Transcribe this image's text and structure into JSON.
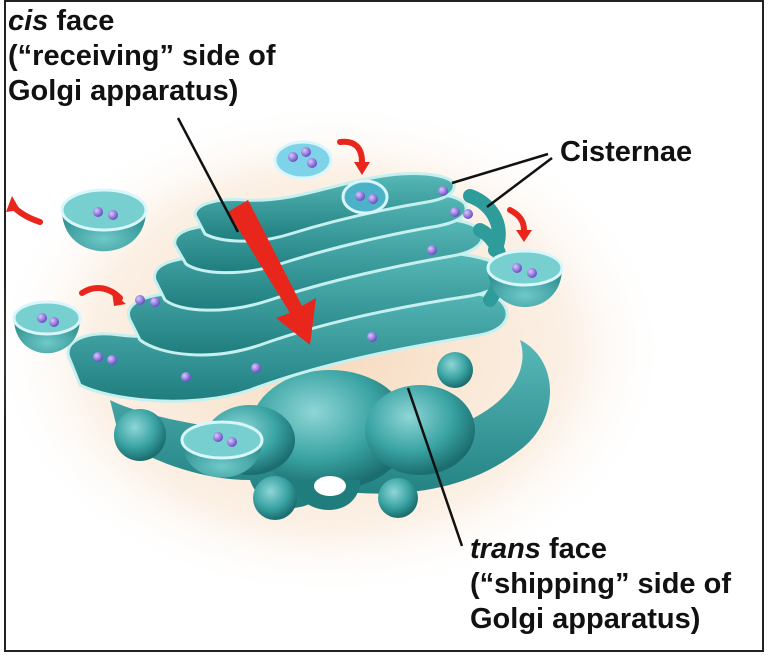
{
  "labels": {
    "cis_term": "cis",
    "cis_face": " face",
    "cis_line2": "(“receiving” side of",
    "cis_line3": "Golgi apparatus)",
    "trans_term": "trans",
    "trans_face": " face",
    "trans_line2": "(“shipping” side of",
    "trans_line3": "Golgi apparatus)",
    "cisternae": "Cisternae"
  },
  "colors": {
    "membrane": "#2f9c9c",
    "membrane_dark": "#1f7374",
    "membrane_light": "#9fdcdc",
    "lumen": "#5fbdbd",
    "cargo": "#8a6bd6",
    "arrow": "#e8261c",
    "glow": "#f6d7b8"
  }
}
